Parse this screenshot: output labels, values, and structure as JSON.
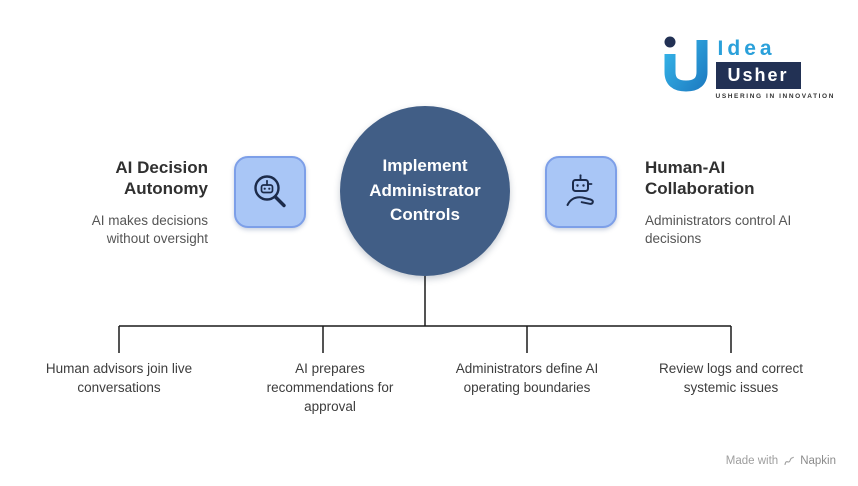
{
  "logo": {
    "idea_text": "Idea",
    "usher_text": "Usher",
    "tagline": "USHERING IN INNOVATION"
  },
  "center_node": {
    "title": "Implement Administrator Controls"
  },
  "left_node": {
    "title": "AI Decision Autonomy",
    "subtitle": "AI makes decisions without oversight",
    "icon": "magnifier-robot-icon"
  },
  "right_node": {
    "title": "Human-AI Collaboration",
    "subtitle": "Administrators control AI decisions",
    "icon": "robot-hand-icon"
  },
  "branches": [
    {
      "label": "Human advisors join live conversations"
    },
    {
      "label": "AI prepares recommendations for approval"
    },
    {
      "label": "Administrators define AI operating boundaries"
    },
    {
      "label": "Review logs and correct systemic issues"
    }
  ],
  "footer": {
    "made_with": "Made with",
    "brand": "Napkin"
  },
  "colors": {
    "circle_fill": "#415e86",
    "icon_box_fill": "#a9c6f6",
    "icon_box_border": "#7d9fe8",
    "icon_stroke": "#1c2b4a",
    "connector_line": "#1a1a1a",
    "logo_blue": "#2aa0da",
    "logo_navy": "#223154"
  }
}
